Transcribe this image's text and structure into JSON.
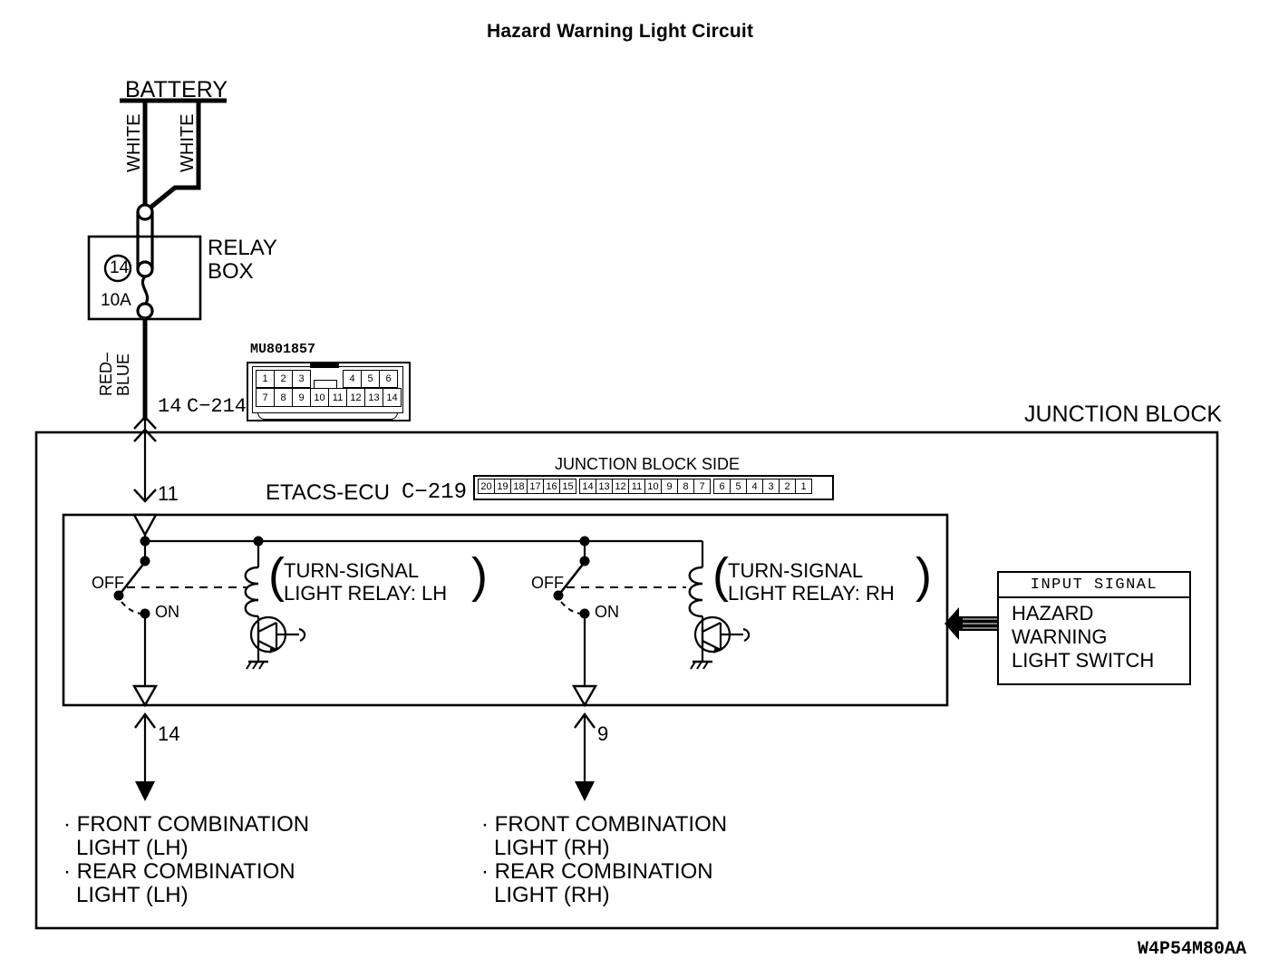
{
  "page": {
    "title": "Hazard Warning Light Circuit",
    "drawing_code": "W4P54M80AA"
  },
  "power": {
    "battery_label": "BATTERY",
    "wire_left_color": "WHITE",
    "wire_right_color": "WHITE",
    "relay_box_label_line1": "RELAY",
    "relay_box_label_line2": "BOX",
    "fuse_number": "14",
    "fuse_rating": "10A",
    "fuse_out_wire_color_line1": "RED–",
    "fuse_out_wire_color_line2": "BLUE"
  },
  "connector_c214": {
    "part_number": "MU801857",
    "pin_label": "14",
    "name": "C−214",
    "top_row": [
      "1",
      "2",
      "3"
    ],
    "top_row_right": [
      "4",
      "5",
      "6"
    ],
    "bottom_row": [
      "7",
      "8",
      "9",
      "10",
      "11",
      "12",
      "13",
      "14"
    ]
  },
  "junction_block": {
    "label": "JUNCTION BLOCK",
    "ecu_label": "ETACS-ECU",
    "ecu_connector": "C−219",
    "connector_side_label": "JUNCTION BLOCK SIDE",
    "connector_pins": [
      "20",
      "19",
      "18",
      "17",
      "16",
      "15",
      "14",
      "13",
      "12",
      "11",
      "10",
      "9",
      "8",
      "7",
      "6",
      "5",
      "4",
      "3",
      "2",
      "1"
    ],
    "input_pin": "11"
  },
  "relay_lh": {
    "off_label": "OFF",
    "on_label": "ON",
    "name_line1": "TURN-SIGNAL",
    "name_line2": "LIGHT RELAY: LH",
    "output_pin": "14"
  },
  "relay_rh": {
    "off_label": "OFF",
    "on_label": "ON",
    "name_line1": "TURN-SIGNAL",
    "name_line2": "LIGHT RELAY: RH",
    "output_pin": "9"
  },
  "input_signal": {
    "header": "INPUT SIGNAL",
    "line1": "HAZARD",
    "line2": "WARNING",
    "line3": "LIGHT SWITCH"
  },
  "loads_lh": {
    "item1_line1": "· FRONT COMBINATION",
    "item1_line2": "LIGHT (LH)",
    "item2_line1": "· REAR COMBINATION",
    "item2_line2": "LIGHT (LH)"
  },
  "loads_rh": {
    "item1_line1": "· FRONT COMBINATION",
    "item1_line2": "LIGHT (RH)",
    "item2_line1": "· REAR COMBINATION",
    "item2_line2": "LIGHT (RH)"
  },
  "colors": {
    "ink": "#000000",
    "paper": "#ffffff"
  }
}
